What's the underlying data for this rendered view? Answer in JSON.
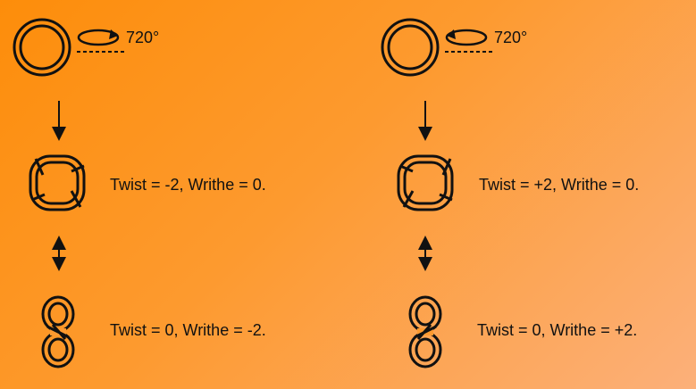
{
  "left": {
    "rotation_label": "720°",
    "middle_label": "Twist = -2, Writhe = 0.",
    "bottom_label": "Twist = 0, Writhe = -2."
  },
  "right": {
    "rotation_label": "720°",
    "middle_label": "Twist = +2, Writhe = 0.",
    "bottom_label": "Twist = 0, Writhe = +2."
  },
  "colors": {
    "background_start": "#fd8d0a",
    "background_end": "#fcb07a",
    "stroke": "#111111"
  }
}
